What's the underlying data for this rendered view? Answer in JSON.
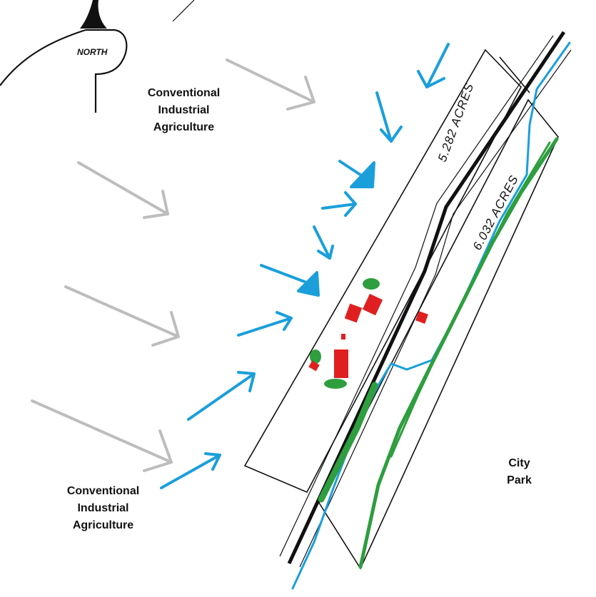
{
  "north": {
    "label": "NORTH"
  },
  "labels": {
    "top_left": "Conventional\nIndustrial\nAgriculture",
    "bottom_left": "Conventional\nIndustrial\nAgriculture",
    "city_park": "City\nPark"
  },
  "parcels": {
    "upper": "5.282 ACRES",
    "lower": "6.032 ACRES"
  },
  "legend_colors": {
    "wind_arrows": "#bdbdbd",
    "drift_arrows": "#1a9fdb",
    "water": "#1a9fdb",
    "vegetation": "#2e9e3e",
    "buildings": "#e02020"
  }
}
